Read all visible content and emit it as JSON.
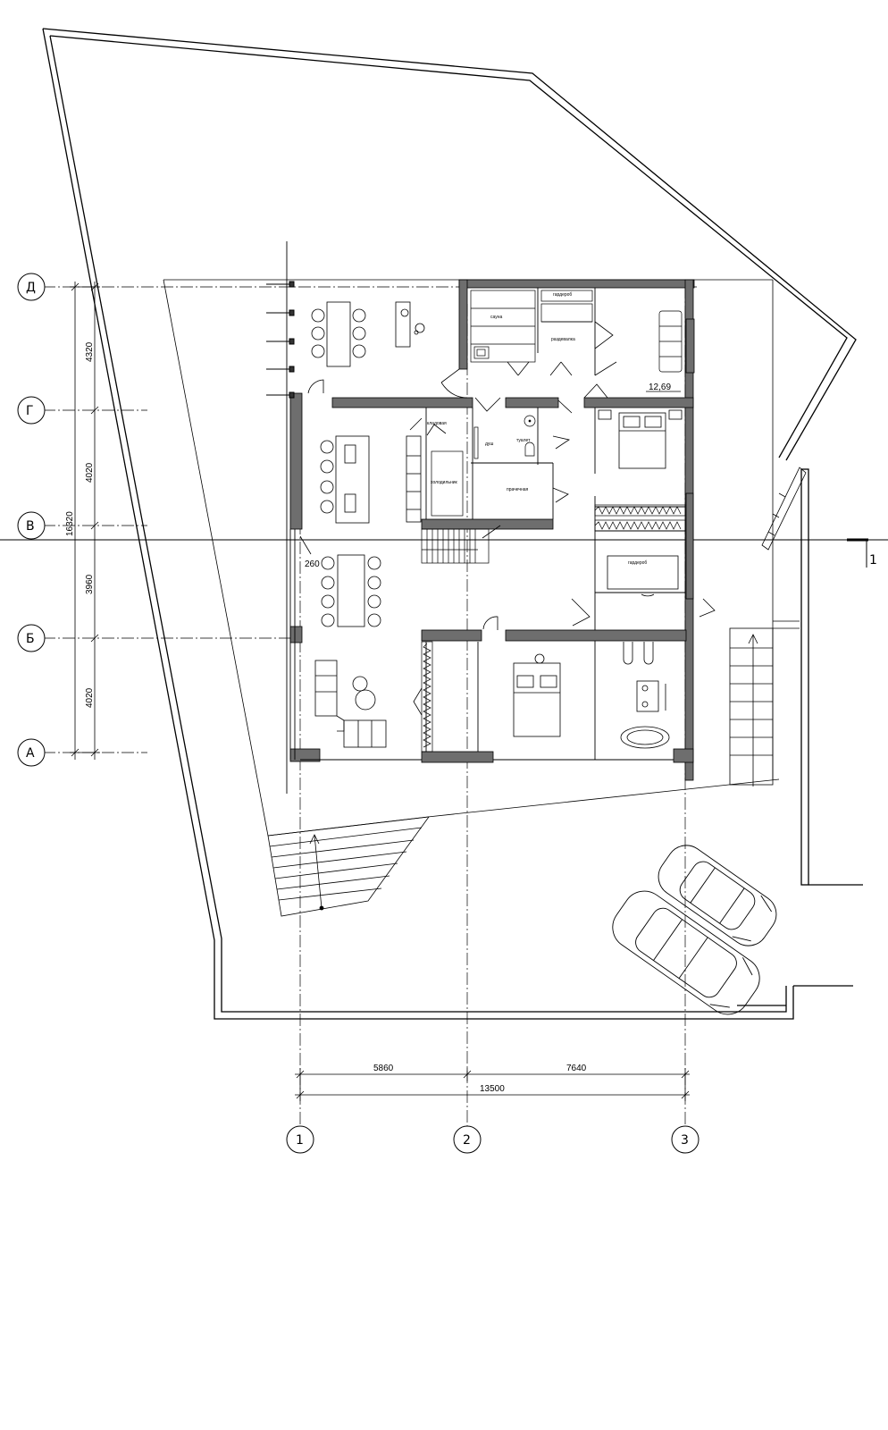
{
  "axes": {
    "rows": [
      "Д",
      "Г",
      "В",
      "Б",
      "А"
    ],
    "cols": [
      "1",
      "2",
      "3"
    ]
  },
  "dims": {
    "v_total": "16320",
    "v_dg": "4320",
    "v_gv": "4020",
    "v_vb": "3960",
    "v_ba": "4020",
    "h_12": "5860",
    "h_23": "7640",
    "h_total": "13500",
    "wall": "260"
  },
  "rooms": {
    "area": "12,69",
    "sauna": "сауна",
    "wardrobe_top": "гардероб",
    "changing": "раздевалка",
    "pantry": "кладовая",
    "shower": "душ",
    "toilet": "туалет",
    "fridge": "холодильник",
    "laundry": "прачечная",
    "wardrobe_mid": "гардероб"
  },
  "section_mark": "1",
  "colors": {
    "line": "#000000",
    "wall_fill": "#6e6e6e"
  }
}
